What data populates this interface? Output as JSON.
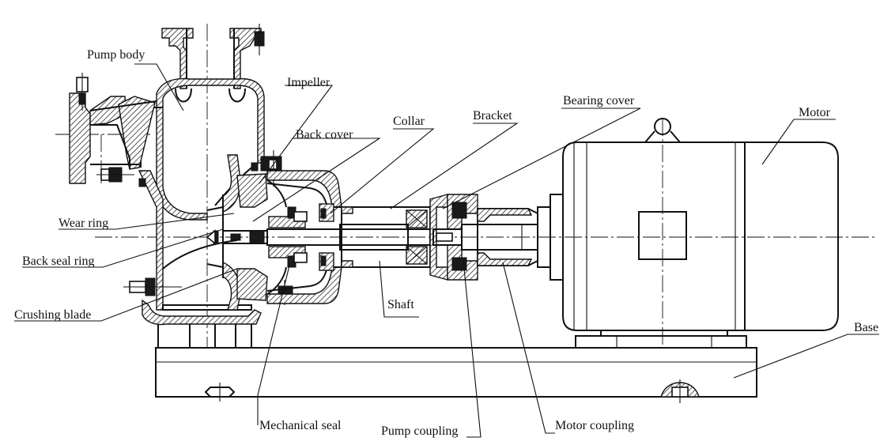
{
  "diagram": {
    "labels": {
      "pump_body": "Pump body",
      "impeller": "Impeller",
      "back_cover": "Back cover",
      "collar": "Collar",
      "bracket": "Bracket",
      "bearing_cover": "Bearing cover",
      "motor": "Motor",
      "wear_ring": "Wear ring",
      "back_seal_ring": "Back seal ring",
      "crushing_blade": "Crushing blade",
      "shaft": "Shaft",
      "base": "Base",
      "mechanical_seal": "Mechanical seal",
      "pump_coupling": "Pump coupling",
      "motor_coupling": "Motor coupling"
    }
  }
}
